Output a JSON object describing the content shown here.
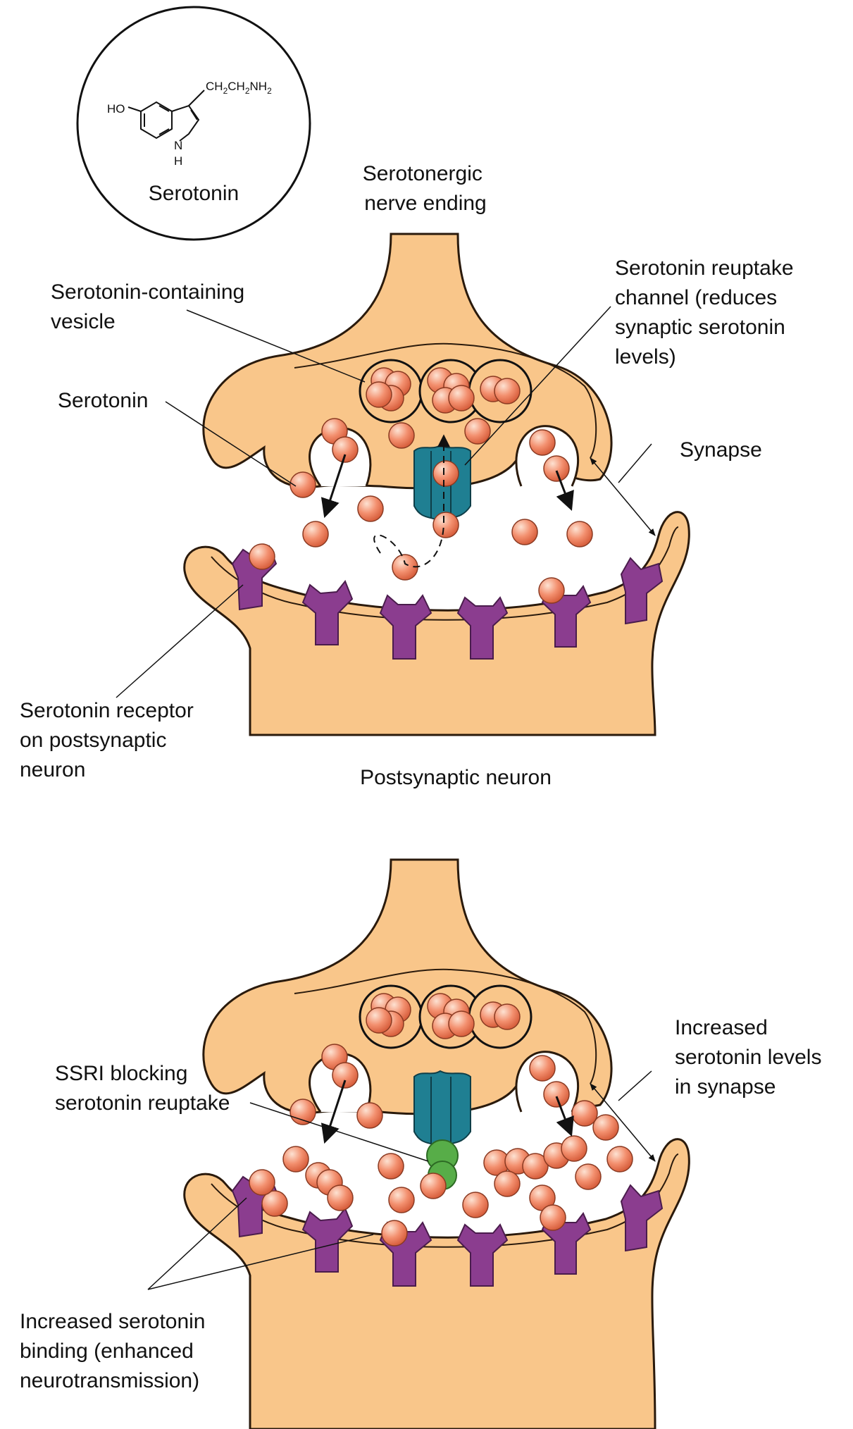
{
  "colors": {
    "neuron_fill": "#f9c68a",
    "neuron_stroke": "#2a1a0c",
    "membrane_inner": "#f3b777",
    "serotonin": "#f07e5e",
    "serotonin_highlight": "#fde2d2",
    "receptor": "#8b3d8f",
    "reuptake_channel": "#1f7f92",
    "ssri": "#57ad48",
    "background": "#ffffff"
  },
  "molecule": {
    "name": "Serotonin",
    "ho": "HO",
    "side_chain": "CH",
    "sub2": "2",
    "nh": "NH",
    "nh_lower": "N",
    "h_lower": "H"
  },
  "top_panel": {
    "nerve_ending_label": [
      "Serotonergic",
      "nerve ending"
    ],
    "vesicle_label": [
      "Serotonin-containing",
      "vesicle"
    ],
    "serotonin_label": "Serotonin",
    "reuptake_label": [
      "Serotonin reuptake",
      "channel (reduces",
      "synaptic serotonin",
      "levels)"
    ],
    "synapse_label": "Synapse",
    "receptor_label": [
      "Serotonin receptor",
      "on postsynaptic",
      "neuron"
    ],
    "postsynaptic_label": "Postsynaptic neuron"
  },
  "bottom_panel": {
    "increased_levels_label": [
      "Increased",
      "serotonin levels",
      "in synapse"
    ],
    "ssri_label": [
      "SSRI blocking",
      "serotonin reuptake"
    ],
    "binding_label": [
      "Increased serotonin",
      "binding (enhanced",
      "neurotransmission)"
    ]
  }
}
